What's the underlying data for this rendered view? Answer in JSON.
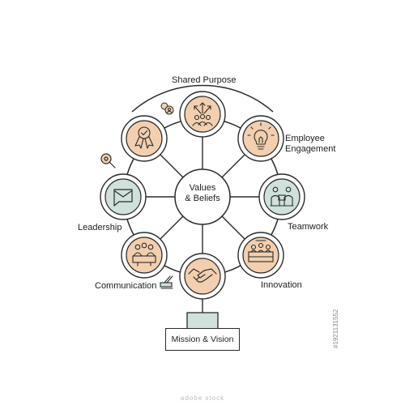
{
  "center": {
    "label": "Values\n& Beliefs"
  },
  "nodes": [
    {
      "key": "shared-purpose",
      "label": "Shared Purpose",
      "icon": "growth-arrows-team-icon",
      "fill": "#f2cfae"
    },
    {
      "key": "employee-engagement",
      "label": "Employee\nEngagement",
      "icon": "lightbulb-icon",
      "fill": "#f2cfae"
    },
    {
      "key": "teamwork",
      "label": "Teamwork",
      "icon": "team-meeting-icon",
      "fill": "#cfe1da"
    },
    {
      "key": "innovation",
      "label": "Innovation",
      "icon": "innovation-lab-icon",
      "fill": "#f2cfae"
    },
    {
      "key": "bottom",
      "label": "",
      "icon": "handshake-icon",
      "fill": "#f2cfae"
    },
    {
      "key": "communication",
      "label": "Communication",
      "icon": "team-conversation-icon",
      "fill": "#f2cfae"
    },
    {
      "key": "leadership",
      "label": "Leadership",
      "icon": "chat-message-icon",
      "fill": "#cfe1da"
    },
    {
      "key": "upper-left",
      "label": "",
      "icon": "award-ribbon-icon",
      "fill": "#f2cfae"
    }
  ],
  "connector": {
    "fill": "#cfe1da"
  },
  "mission": {
    "label": "Mission & Vision"
  },
  "colors": {
    "line": "#2b2b2b",
    "peach": "#f2cfae",
    "mint": "#cfe1da"
  },
  "watermark": {
    "brand": "adobe stock",
    "id": "#1921131552"
  }
}
